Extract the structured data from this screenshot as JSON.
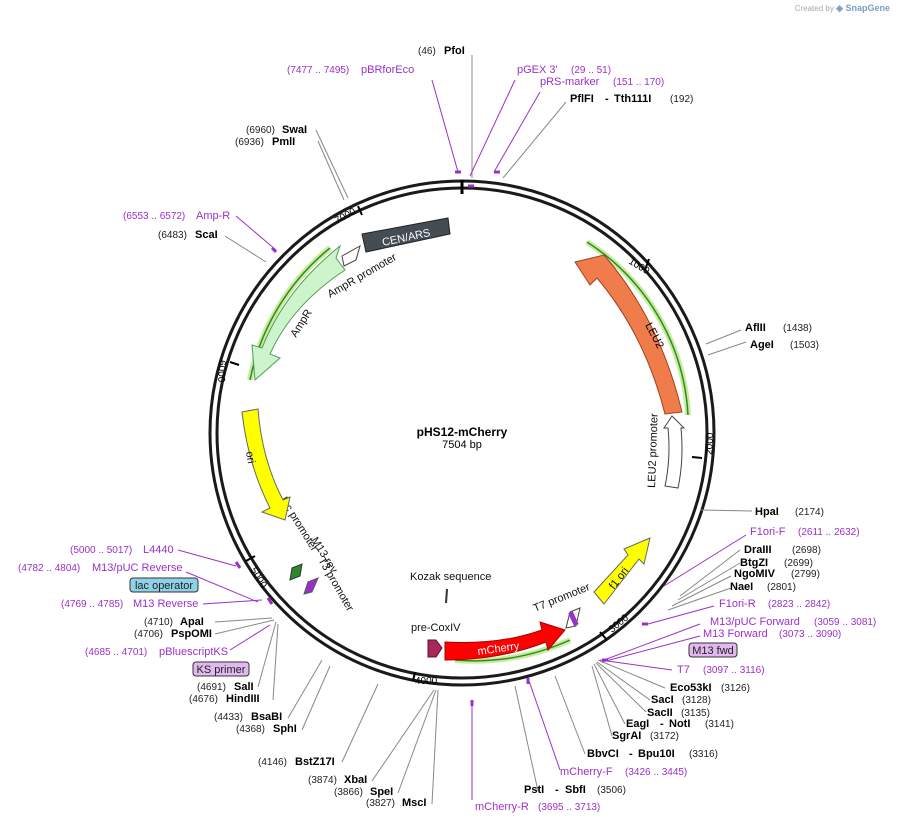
{
  "credit": {
    "prefix": "Created by",
    "brand": "SnapGene"
  },
  "plasmid": {
    "name": "pHS12-mCherry",
    "size_label": "7504 bp",
    "length": 7504
  },
  "ticks": [
    "1000",
    "2000",
    "3000",
    "4000",
    "5000",
    "6000",
    "7000"
  ],
  "features": [
    {
      "name": "CEN/ARS",
      "color": "#444c54"
    },
    {
      "name": "LEU2",
      "color": "#f07c4c"
    },
    {
      "name": "LEU2 promoter",
      "color": "#ffffff"
    },
    {
      "name": "f1 ori",
      "color": "#ffff00"
    },
    {
      "name": "T7 promoter",
      "color": "#ffffff"
    },
    {
      "name": "mCherry",
      "color": "#ff0000"
    },
    {
      "name": "pre-CoxIV",
      "color": "#a8285c"
    },
    {
      "name": "Kozak sequence",
      "color": "#000000"
    },
    {
      "name": "T3 promoter",
      "color": "#ffffff"
    },
    {
      "name": "M13 rev",
      "color": "#ffffff"
    },
    {
      "name": "lac promoter",
      "color": "#ffffff"
    },
    {
      "name": "ori",
      "color": "#ffff00"
    },
    {
      "name": "AmpR",
      "color": "#ccf5cc"
    },
    {
      "name": "AmpR promoter",
      "color": "#ffffff"
    }
  ],
  "sites_top": [
    {
      "name": "PfoI",
      "pos": "(46)"
    }
  ],
  "sites": [
    {
      "name": "PflFI",
      "name2": "Tth111I",
      "pos": "(192)"
    },
    {
      "name": "AflII",
      "pos": "(1438)"
    },
    {
      "name": "AgeI",
      "pos": "(1503)"
    },
    {
      "name": "HpaI",
      "pos": "(2174)"
    },
    {
      "name": "DraIII",
      "pos": "(2698)"
    },
    {
      "name": "BtgZI",
      "pos": "(2699)"
    },
    {
      "name": "NgoMIV",
      "pos": "(2799)"
    },
    {
      "name": "NaeI",
      "pos": "(2801)"
    },
    {
      "name": "Eco53kI",
      "pos": "(3126)"
    },
    {
      "name": "SacI",
      "pos": "(3128)"
    },
    {
      "name": "SacII",
      "pos": "(3135)"
    },
    {
      "name": "EagI",
      "name2": "NotI",
      "pos": "(3141)"
    },
    {
      "name": "SgrAI",
      "pos": "(3172)"
    },
    {
      "name": "BbvCI",
      "name2": "Bpu10I",
      "pos": "(3316)"
    },
    {
      "name": "PstI",
      "name2": "SbfI",
      "pos": "(3506)"
    },
    {
      "name": "MscI",
      "pos": "(3827)"
    },
    {
      "name": "SpeI",
      "pos": "(3866)"
    },
    {
      "name": "XbaI",
      "pos": "(3874)"
    },
    {
      "name": "BstZ17I",
      "pos": "(4146)"
    },
    {
      "name": "SphI",
      "pos": "(4368)"
    },
    {
      "name": "BsaBI",
      "pos": "(4433)"
    },
    {
      "name": "HindIII",
      "pos": "(4676)"
    },
    {
      "name": "SalI",
      "pos": "(4691)"
    },
    {
      "name": "PspOMI",
      "pos": "(4706)"
    },
    {
      "name": "ApaI",
      "pos": "(4710)"
    },
    {
      "name": "ScaI",
      "pos": "(6483)"
    },
    {
      "name": "PmlI",
      "pos": "(6936)"
    },
    {
      "name": "SwaI",
      "pos": "(6960)"
    }
  ],
  "primers": [
    {
      "name": "pBRforEco",
      "pos": "(7477 .. 7495)"
    },
    {
      "name": "pGEX 3'",
      "pos": "(29 .. 51)"
    },
    {
      "name": "pRS-marker",
      "pos": "(151 .. 170)"
    },
    {
      "name": "F1ori-F",
      "pos": "(2611 .. 2632)"
    },
    {
      "name": "F1ori-R",
      "pos": "(2823 .. 2842)"
    },
    {
      "name": "M13/pUC Forward",
      "pos": "(3059 .. 3081)"
    },
    {
      "name": "M13 Forward",
      "pos": "(3073 .. 3090)"
    },
    {
      "name": "T7",
      "pos": "(3097 .. 3116)"
    },
    {
      "name": "mCherry-F",
      "pos": "(3426 .. 3445)"
    },
    {
      "name": "mCherry-R",
      "pos": "(3695 .. 3713)"
    },
    {
      "name": "pBluescriptKS",
      "pos": "(4685 .. 4701)"
    },
    {
      "name": "M13 Reverse",
      "pos": "(4769 .. 4785)"
    },
    {
      "name": "M13/pUC Reverse",
      "pos": "(4782 .. 4804)"
    },
    {
      "name": "L4440",
      "pos": "(5000 .. 5017)"
    },
    {
      "name": "Amp-R",
      "pos": "(6553 .. 6572)"
    }
  ],
  "boxed_primers": [
    {
      "name": "M13 fwd",
      "color": "#e2b8ef"
    },
    {
      "name": "KS primer",
      "color": "#e2b8ef"
    },
    {
      "name": "lac operator",
      "color": "#8fd1e6"
    }
  ]
}
